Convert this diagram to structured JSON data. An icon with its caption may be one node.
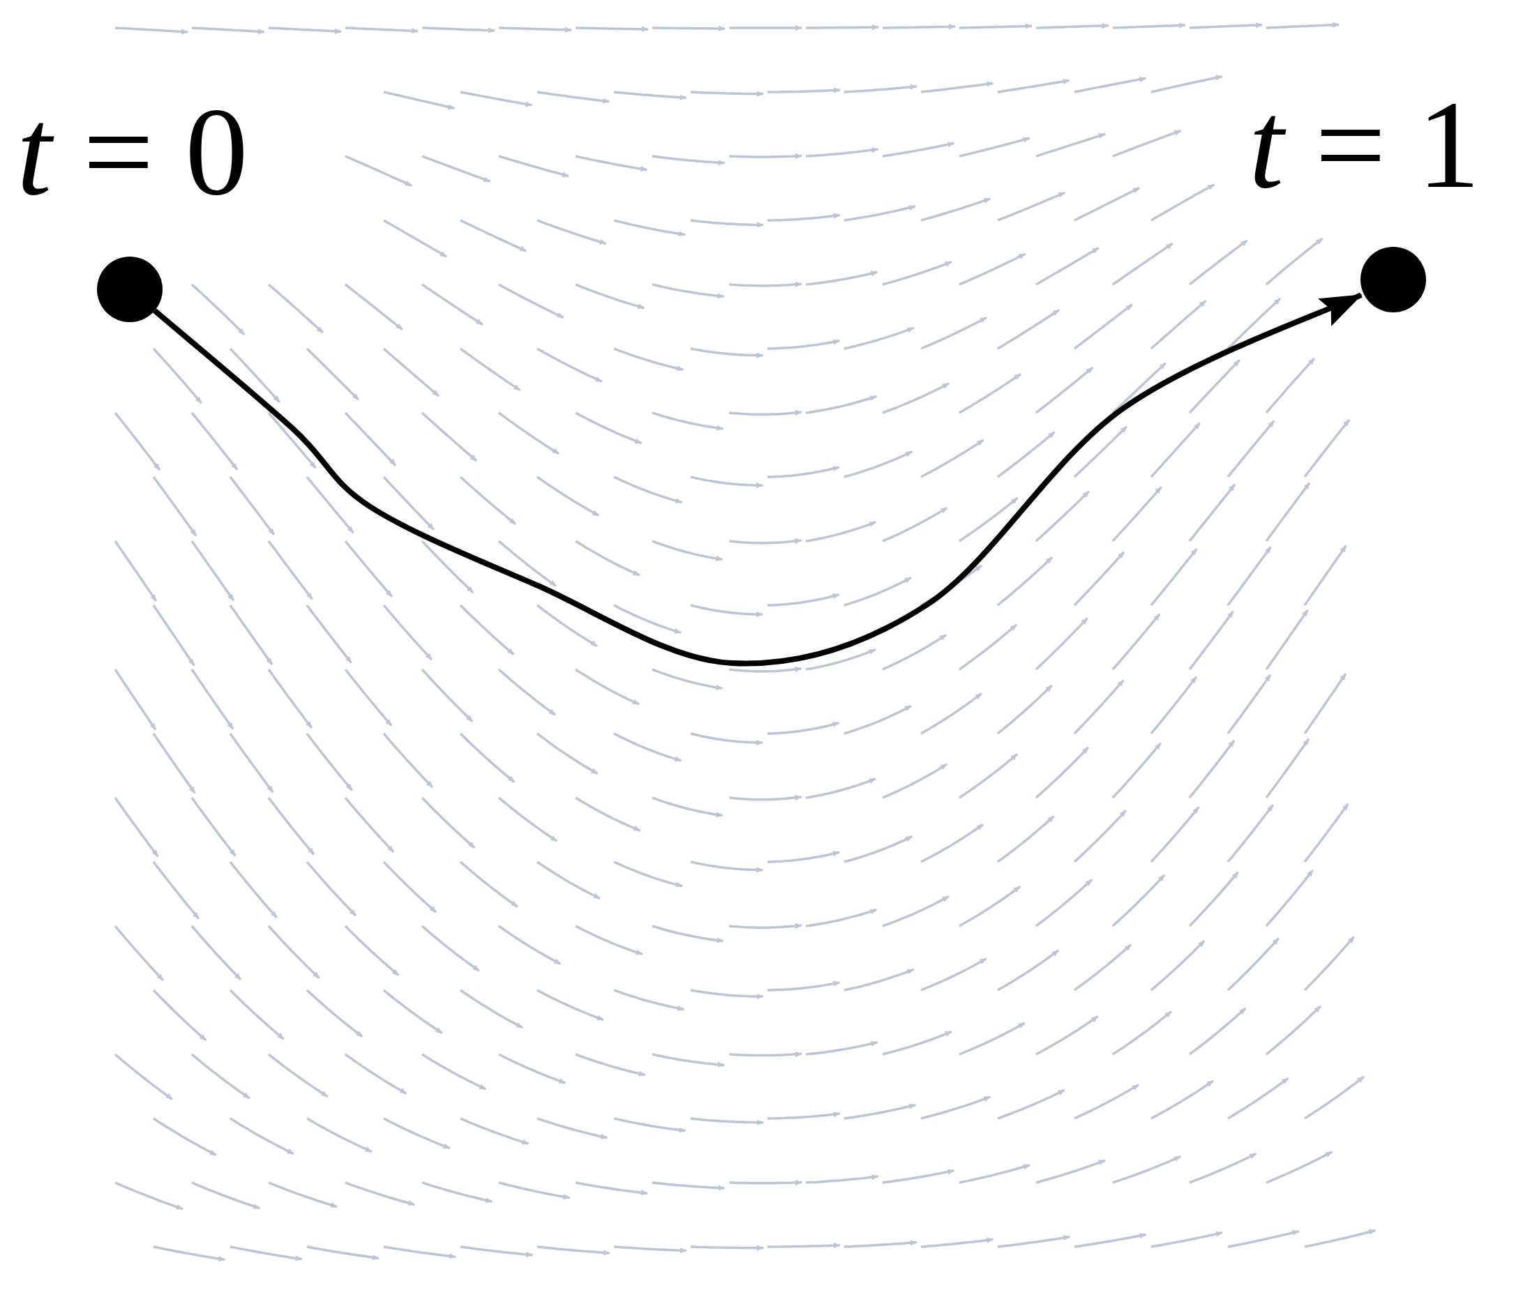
{
  "diagram": {
    "nodes": [
      {
        "text": [],
        "shape": "circle",
        "beside": [
          "*t* = 0"
        ]
      },
      {
        "text": [],
        "shape": "circle",
        "beside": [
          "*t* = 1"
        ]
      }
    ],
    "edges": [
      {
        "from": 0,
        "to": 1,
        "arrow": "to"
      }
    ]
  }
}
